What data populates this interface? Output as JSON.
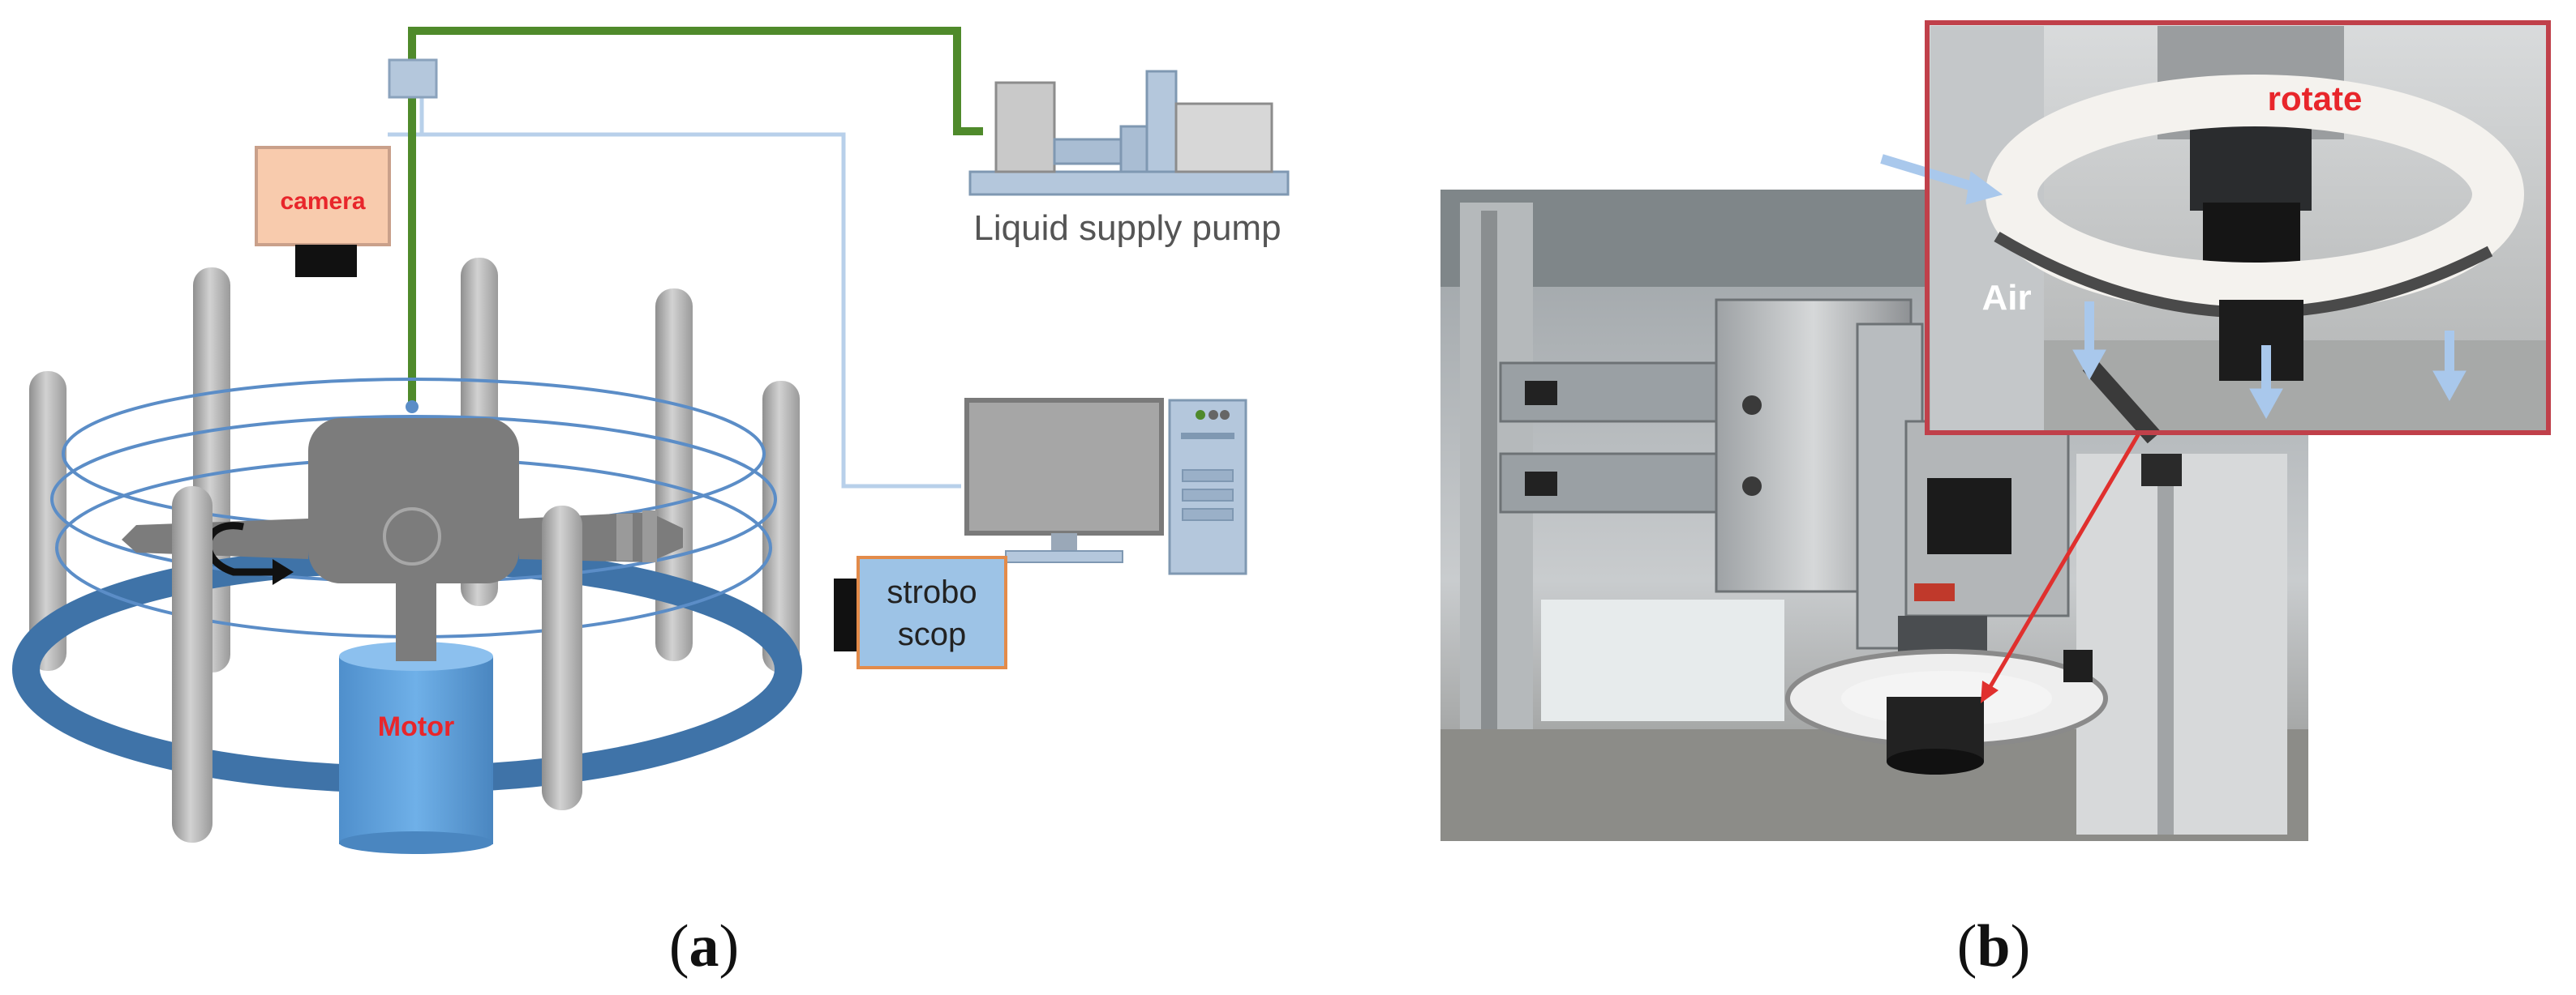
{
  "panel_a": {
    "caption": {
      "open": "(",
      "letter": "a",
      "close": ")"
    },
    "labels": {
      "camera": "camera",
      "liquid_supply_pump": "Liquid supply pump",
      "strobo_line1": "strobo",
      "strobo_line2": "scop",
      "motor": "Motor"
    }
  },
  "panel_b": {
    "caption": {
      "open": "(",
      "letter": "b",
      "close": ")"
    },
    "labels": {
      "rotate": "rotate",
      "air": "Air"
    }
  },
  "colors": {
    "green_pipe": "#4f8a2b",
    "ring_blue": "#3f73a8",
    "light_line": "#b8d0ea",
    "motor_blue": "#5b9bd5",
    "camera_box": "#f8cbad",
    "strobo_box": "#9dc3e6",
    "label_red": "#e8262b",
    "inset_border": "#c0404a"
  }
}
